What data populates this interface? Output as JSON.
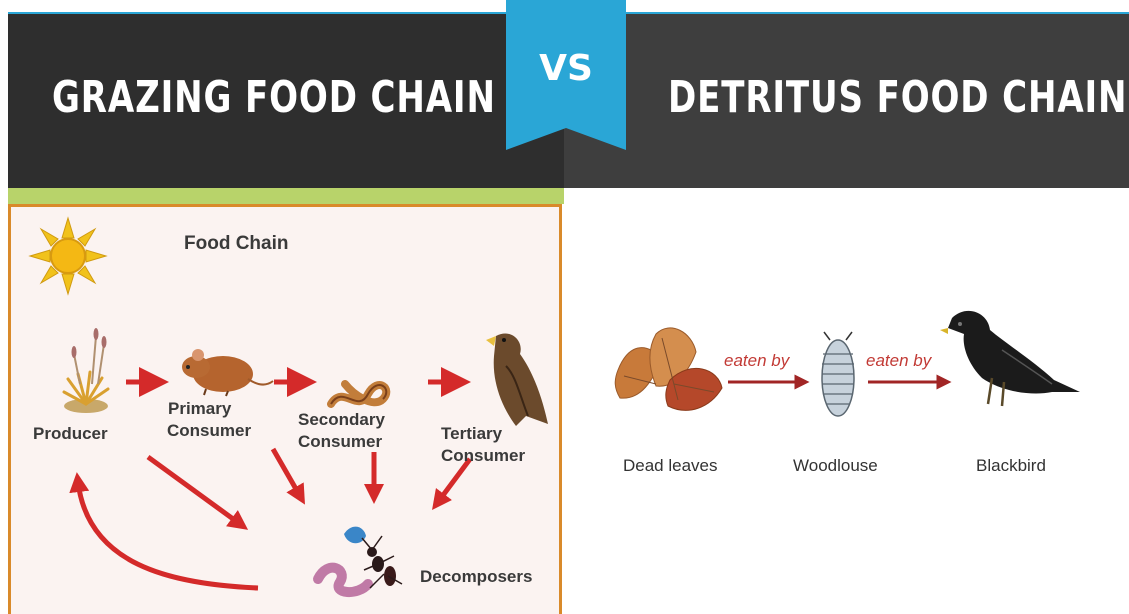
{
  "header": {
    "left_title": "GRAZING FOOD CHAIN",
    "vs_label": "VS",
    "right_title": "DETRITUS FOOD CHAIN"
  },
  "grazing": {
    "title": "Food Chain",
    "producer": "Producer",
    "primary_line1": "Primary",
    "primary_line2": "Consumer",
    "secondary_line1": "Secondary",
    "secondary_line2": "Consumer",
    "tertiary_line1": "Tertiary",
    "tertiary_line2": "Consumer",
    "decomposers": "Decomposers"
  },
  "detritus": {
    "stage1": "Dead leaves",
    "stage2": "Woodlouse",
    "stage3": "Blackbird",
    "edge1": "eaten by",
    "edge2": "eaten by"
  },
  "colors": {
    "header_left": "#2e2e2e",
    "header_right": "#3e3e3e",
    "vs_badge": "#2aa6d6",
    "accent_green": "#b8d36a",
    "panel_border": "#d98a2a",
    "arrow_red": "#d42a2a",
    "detritus_arrow": "#a12525"
  }
}
